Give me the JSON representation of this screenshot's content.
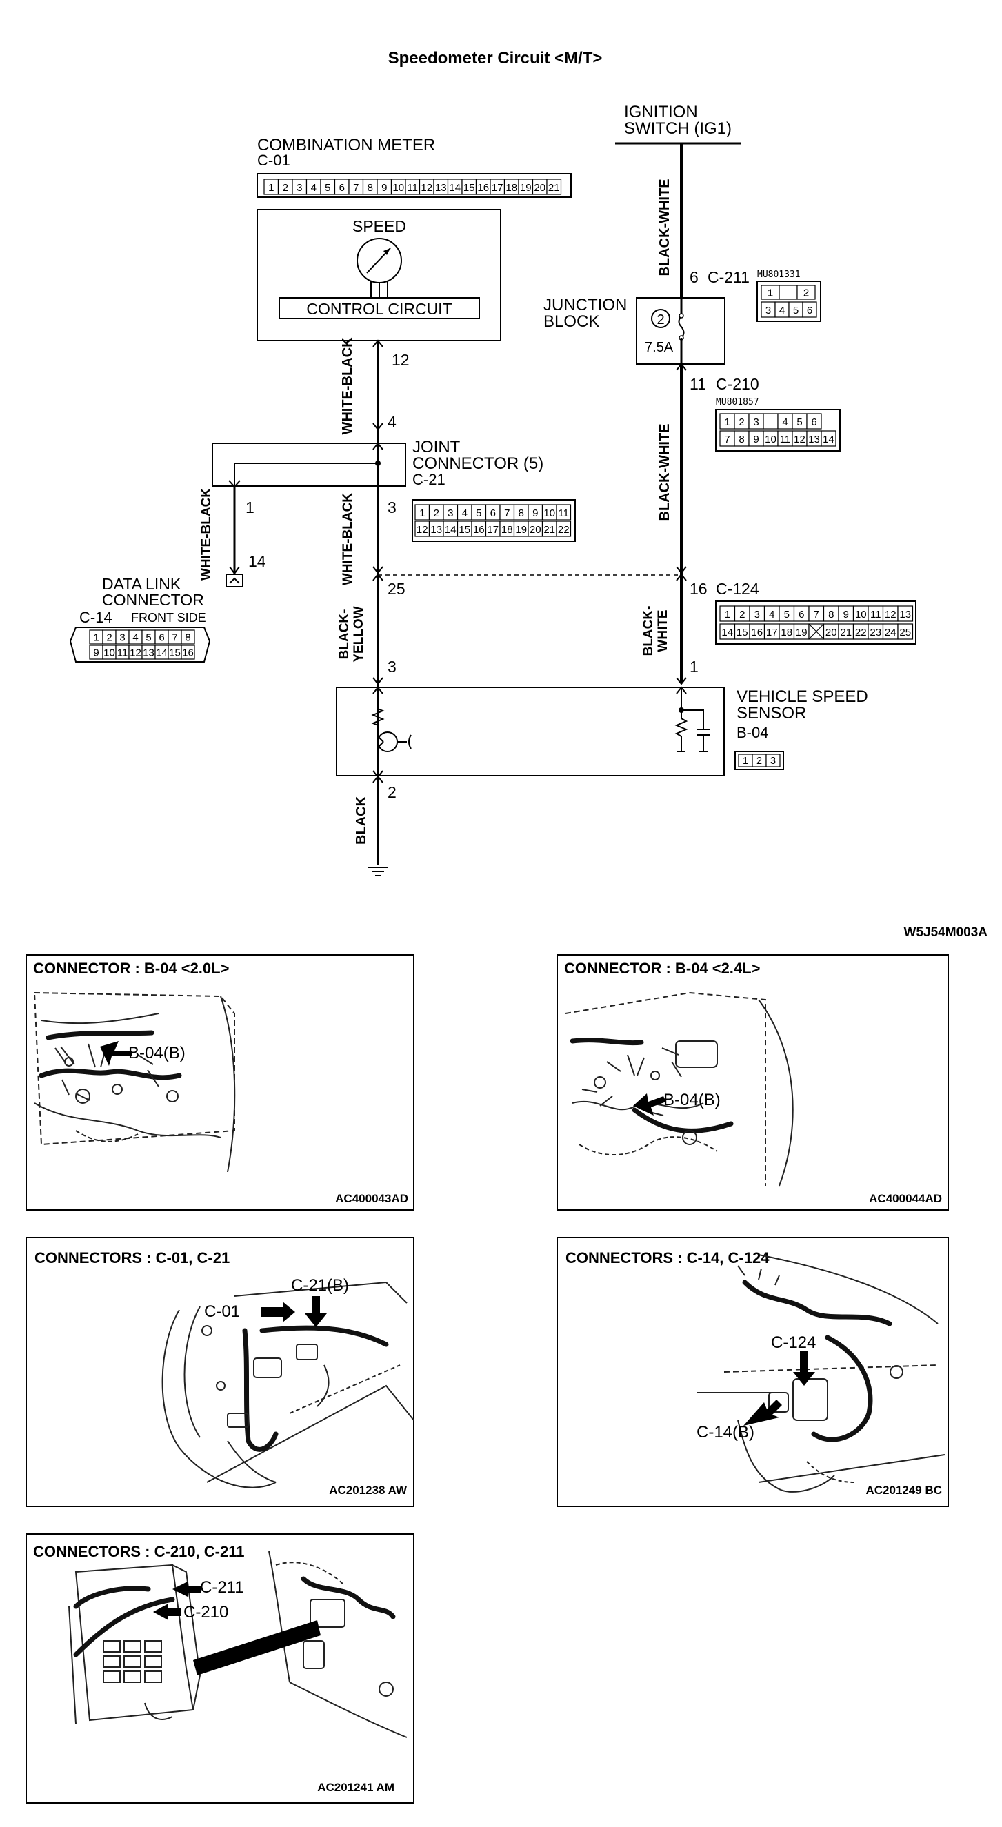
{
  "diagram": {
    "title": "Speedometer Circuit <M/T>",
    "figure_code": "W5J54M003A",
    "combination_meter": {
      "label": "COMBINATION METER",
      "id": "C-01",
      "speed_label": "SPEED",
      "control_label": "CONTROL CIRCUIT",
      "pins": [
        "1",
        "2",
        "3",
        "4",
        "5",
        "6",
        "7",
        "8",
        "9",
        "10",
        "11",
        "12",
        "13",
        "14",
        "15",
        "16",
        "17",
        "18",
        "19",
        "20",
        "21"
      ]
    },
    "ignition": {
      "line1": "IGNITION",
      "line2": "SWITCH (IG1)"
    },
    "junction_block": {
      "line1": "JUNCTION",
      "line2": "BLOCK",
      "fuse_no": "2",
      "fuse_rating": "7.5A"
    },
    "joint_connector": {
      "line1": "JOINT",
      "line2": "CONNECTOR (5)",
      "id": "C-21",
      "row1": [
        "1",
        "2",
        "3",
        "4",
        "5",
        "6",
        "7",
        "8",
        "9",
        "10",
        "11"
      ],
      "row2": [
        "12",
        "13",
        "14",
        "15",
        "16",
        "17",
        "18",
        "19",
        "20",
        "21",
        "22"
      ]
    },
    "data_link": {
      "line1": "DATA LINK",
      "line2": "CONNECTOR",
      "id": "C-14",
      "side": "FRONT SIDE",
      "row1": [
        "1",
        "2",
        "3",
        "4",
        "5",
        "6",
        "7",
        "8"
      ],
      "row2": [
        "9",
        "10",
        "11",
        "12",
        "13",
        "14",
        "15",
        "16"
      ]
    },
    "vss": {
      "line1": "VEHICLE SPEED",
      "line2": "SENSOR",
      "id": "B-04",
      "pins": [
        "1",
        "2",
        "3"
      ]
    },
    "c211": {
      "id": "C-211",
      "part": "MU801331",
      "row1": [
        "1",
        "",
        "2"
      ],
      "row2": [
        "3",
        "4",
        "5",
        "6"
      ]
    },
    "c210": {
      "id": "C-210",
      "part": "MU801857",
      "row1": [
        "1",
        "2",
        "3",
        "",
        "4",
        "5",
        "6"
      ],
      "row2": [
        "7",
        "8",
        "9",
        "10",
        "11",
        "12",
        "13",
        "14"
      ]
    },
    "c124": {
      "id": "C-124",
      "row1": [
        "1",
        "2",
        "3",
        "4",
        "5",
        "6",
        "7",
        "8",
        "9",
        "10",
        "11",
        "12",
        "13"
      ],
      "row2": [
        "14",
        "15",
        "16",
        "17",
        "18",
        "19",
        "",
        "20",
        "21",
        "22",
        "23",
        "24",
        "25"
      ]
    },
    "pin_numbers": {
      "meter_out": "12",
      "jc_in": "4",
      "jc_out_dl": "1",
      "jc_out_main": "3",
      "dl_pin": "14",
      "c124_left": "25",
      "vss_sig": "3",
      "vss_gnd": "2",
      "c211_pin": "6",
      "c210_pin": "11",
      "c124_right": "16",
      "vss_pwr": "1"
    },
    "wires": {
      "white_black": "WHITE-BLACK",
      "white_black_split": "WHITE-\nBLACK",
      "black_yellow": "BLACK-\nYELLOW",
      "black": "BLACK",
      "black_white": "BLACK-WHITE",
      "black_white_split": "BLACK-\nWHITE"
    }
  },
  "panels": [
    {
      "title": "CONNECTOR : B-04 <2.0L>",
      "code": "AC400043AD",
      "callouts": [
        "B-04(B)"
      ]
    },
    {
      "title": "CONNECTOR : B-04 <2.4L>",
      "code": "AC400044AD",
      "callouts": [
        "B-04(B)"
      ]
    },
    {
      "title": "CONNECTORS : C-01, C-21",
      "code": "AC201238  AW",
      "callouts": [
        "C-01",
        "C-21(B)"
      ]
    },
    {
      "title": "CONNECTORS : C-14, C-124",
      "code": "AC201249 BC",
      "callouts": [
        "C-124",
        "C-14(B)"
      ]
    },
    {
      "title": "CONNECTORS : C-210, C-211",
      "code": "AC201241 AM",
      "callouts": [
        "C-211",
        "C-210"
      ]
    }
  ]
}
